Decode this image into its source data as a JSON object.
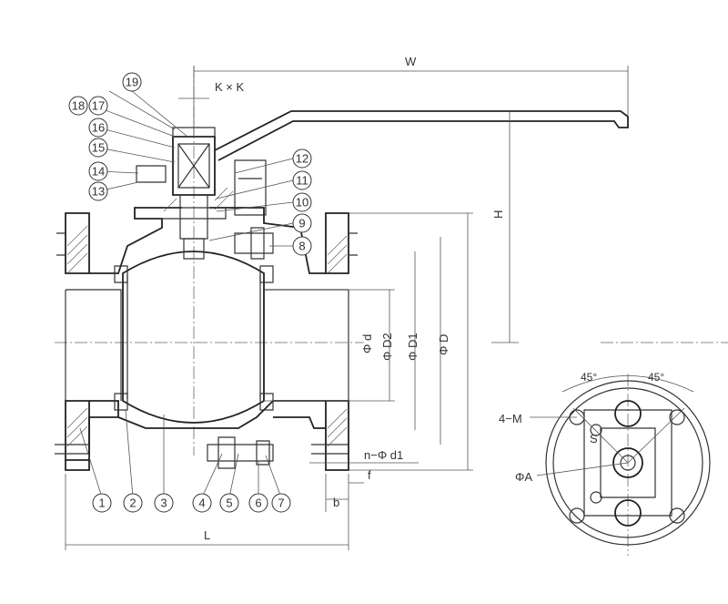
{
  "callouts": {
    "c1": "1",
    "c2": "2",
    "c3": "3",
    "c4": "4",
    "c5": "5",
    "c6": "6",
    "c7": "7",
    "c8": "8",
    "c9": "9",
    "c10": "10",
    "c11": "11",
    "c12": "12",
    "c13": "13",
    "c14": "14",
    "c15": "15",
    "c16": "16",
    "c17": "17",
    "c18": "18",
    "c19": "19"
  },
  "dimensions": {
    "W": "W",
    "KxK": "K × K",
    "H": "H",
    "Phi_d": "Φ d",
    "Phi_D2": "Φ D2",
    "Phi_D1": "Φ D1",
    "Phi_D": "Φ D",
    "n_Phi_d1": "n−Φ d1",
    "f": "f",
    "b": "b",
    "L": "L",
    "four_M": "4−M",
    "Phi_A": "ΦA",
    "S": "S",
    "angle_left": "45°",
    "angle_right": "45°"
  }
}
